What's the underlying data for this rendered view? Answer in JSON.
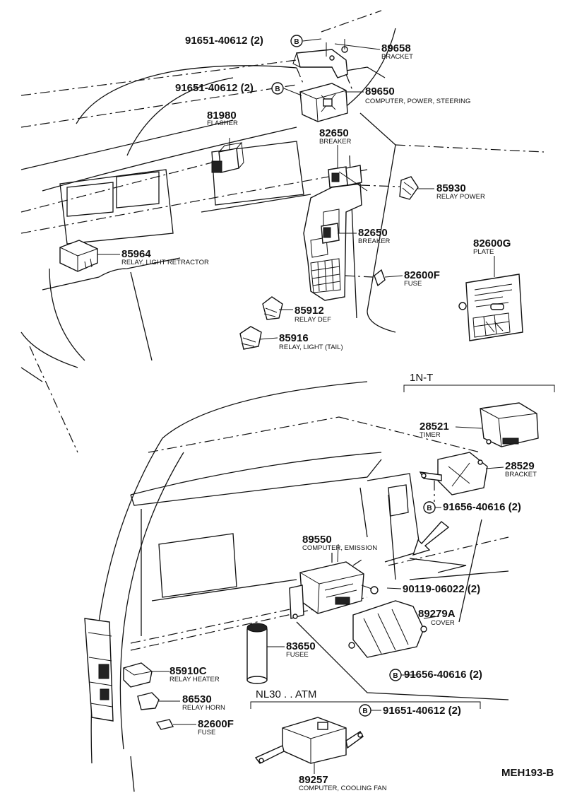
{
  "diagram": {
    "footer_code": "MEH193-B",
    "sections": [
      {
        "id": "1n-t",
        "label": "1N-T"
      },
      {
        "id": "nl30-atm",
        "label": "NL30 . . ATM"
      }
    ],
    "callouts": [
      {
        "id": "c01",
        "number": "91651-40612 (2)",
        "description": "",
        "bolt": "B"
      },
      {
        "id": "c02",
        "number": "89658",
        "description": "BRACKET"
      },
      {
        "id": "c03",
        "number": "91651-40612 (2)",
        "description": "",
        "bolt": "B"
      },
      {
        "id": "c04",
        "number": "89650",
        "description": "COMPUTER, POWER, STEERING"
      },
      {
        "id": "c05",
        "number": "81980",
        "description": "FLASHER"
      },
      {
        "id": "c06",
        "number": "82650",
        "description": "BREAKER"
      },
      {
        "id": "c07",
        "number": "85930",
        "description": "RELAY POWER"
      },
      {
        "id": "c08",
        "number": "82650",
        "description": "BREAKER"
      },
      {
        "id": "c09",
        "number": "82600G",
        "description": "PLATE"
      },
      {
        "id": "c10",
        "number": "85964",
        "description": "RELAY, LIGHT RETRACTOR"
      },
      {
        "id": "c11",
        "number": "82600F",
        "description": "FUSE"
      },
      {
        "id": "c12",
        "number": "85912",
        "description": "RELAY DEF"
      },
      {
        "id": "c13",
        "number": "85916",
        "description": "RELAY, LIGHT (TAIL)"
      },
      {
        "id": "c14",
        "number": "28521",
        "description": "TIMER"
      },
      {
        "id": "c15",
        "number": "28529",
        "description": "BRACKET"
      },
      {
        "id": "c16",
        "number": "91656-40616 (2)",
        "description": "",
        "bolt": "B"
      },
      {
        "id": "c17",
        "number": "89550",
        "description": "COMPUTER, EMISSION"
      },
      {
        "id": "c18",
        "number": "90119-06022 (2)",
        "description": ""
      },
      {
        "id": "c19",
        "number": "89279A",
        "description": "COVER"
      },
      {
        "id": "c20",
        "number": "83650",
        "description": "FUSEE"
      },
      {
        "id": "c21",
        "number": "85910C",
        "description": "RELAY HEATER"
      },
      {
        "id": "c22",
        "number": "91656-40616 (2)",
        "description": "",
        "bolt": "B"
      },
      {
        "id": "c23",
        "number": "86530",
        "description": "RELAY HORN"
      },
      {
        "id": "c24",
        "number": "91651-40612 (2)",
        "description": "",
        "bolt": "B"
      },
      {
        "id": "c25",
        "number": "82600F",
        "description": "FUSE"
      },
      {
        "id": "c26",
        "number": "89257",
        "description": "COMPUTER, COOLING FAN"
      }
    ]
  }
}
